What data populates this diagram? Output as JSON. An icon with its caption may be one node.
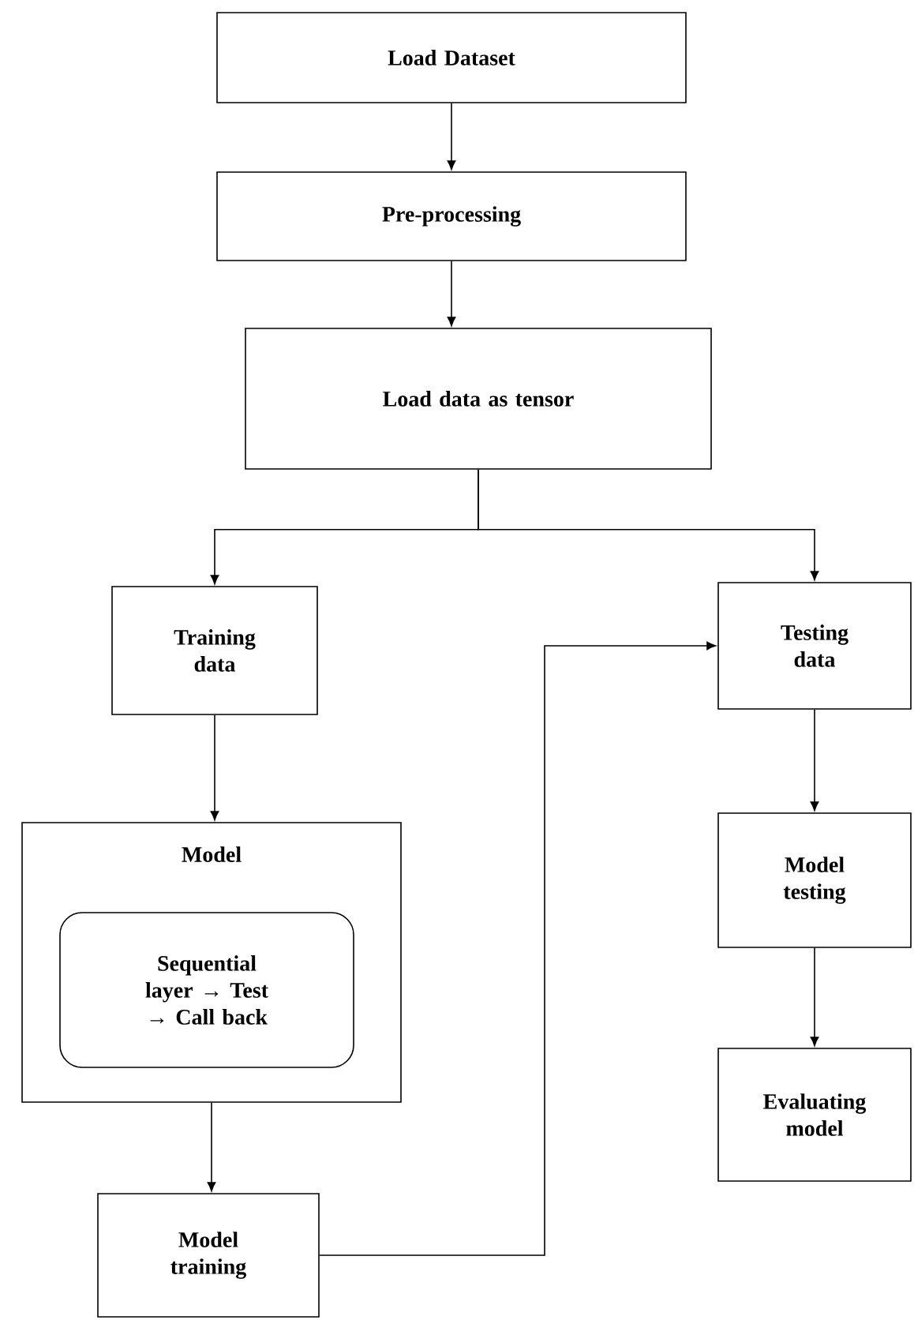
{
  "diagram": {
    "nodes": [
      {
        "text": [
          "Load Dataset"
        ]
      },
      {
        "text": [
          "Pre-processing"
        ]
      },
      {
        "text": [
          "Load data as tensor"
        ]
      },
      {
        "text": [
          "Training data"
        ]
      },
      {
        "text": [
          "Testing data"
        ]
      },
      {
        "text": [
          "Model"
        ]
      },
      {
        "text": [
          "Sequential layer → Test → Call back"
        ],
        "in": 5
      },
      {
        "text": [
          "Model training"
        ]
      },
      {
        "text": [
          "Model testing"
        ]
      },
      {
        "text": [
          "Evaluating model"
        ]
      }
    ],
    "edges": [
      {
        "from": 0,
        "to": 1,
        "arrow": "to"
      },
      {
        "from": 1,
        "to": 2,
        "arrow": "to"
      },
      {
        "from": 2,
        "to": 3,
        "arrow": "to"
      },
      {
        "from": 2,
        "to": 4,
        "arrow": "to"
      },
      {
        "from": 3,
        "to": 5,
        "arrow": "to"
      },
      {
        "from": 5,
        "to": 7,
        "arrow": "to"
      },
      {
        "from": 7,
        "to": 4,
        "arrow": "to"
      },
      {
        "from": 4,
        "to": 8,
        "arrow": "to"
      },
      {
        "from": 8,
        "to": 9,
        "arrow": "to"
      }
    ]
  }
}
